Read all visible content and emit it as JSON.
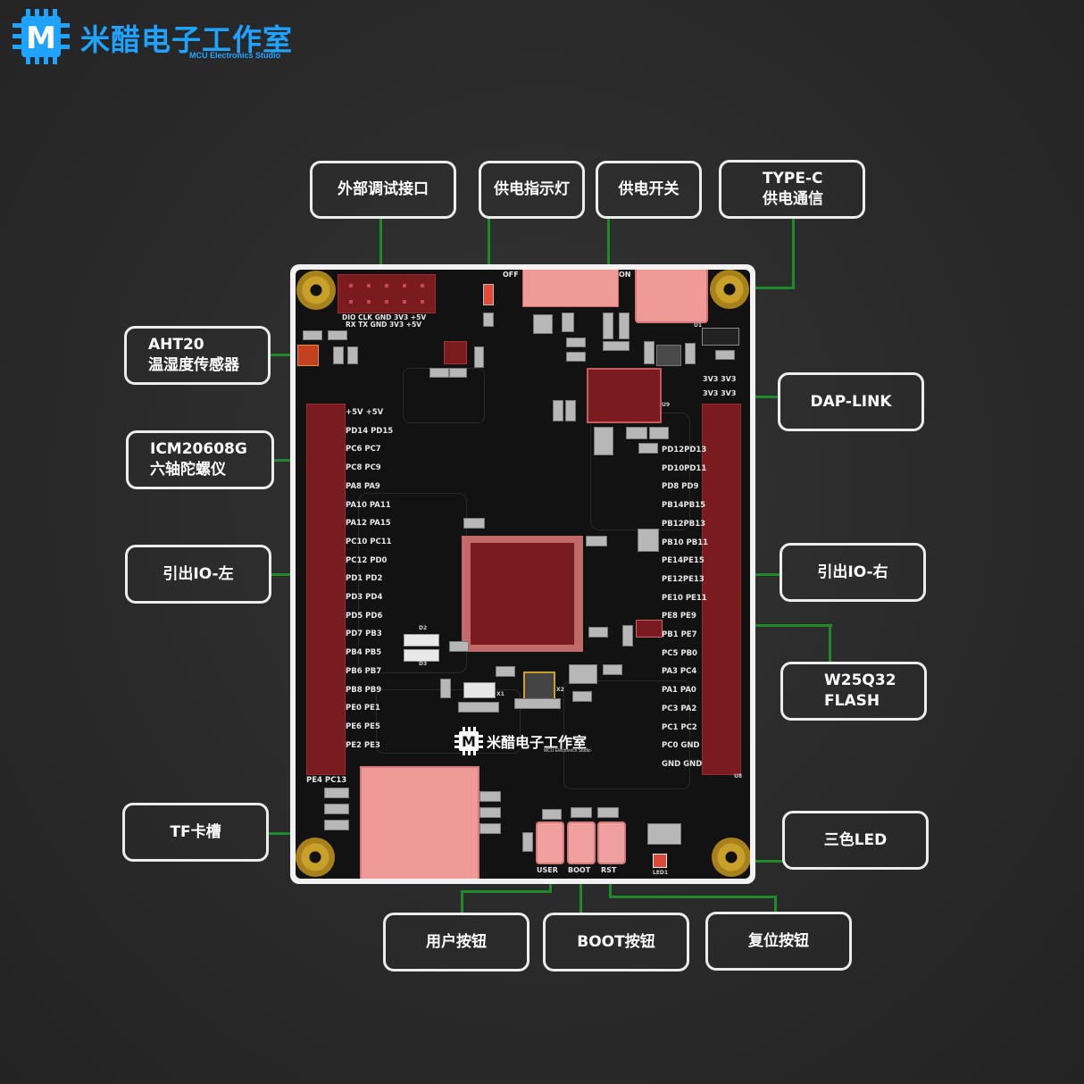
{
  "brand": {
    "title": "米醋电子工作室",
    "subtitle": "MCU Electronics Studio",
    "logo_letter": "M",
    "color": "#1fa3ff"
  },
  "callouts": {
    "debug_port": "外部调试接口",
    "power_led": "供电指示灯",
    "power_switch": "供电开关",
    "typec_line1": "TYPE-C",
    "typec_line2": "供电通信",
    "aht20_line1": "AHT20",
    "aht20_line2": "温湿度传感器",
    "dap_link": "DAP-LINK",
    "icm_line1": "ICM20608G",
    "icm_line2": "六轴陀螺仪",
    "io_left": "引出IO-左",
    "io_right": "引出IO-右",
    "w25_line1": "W25Q32",
    "w25_line2": "FLASH",
    "tf_slot": "TF卡槽",
    "rgb_led": "三色LED",
    "user_button": "用户按钮",
    "boot_button": "BOOT按钮",
    "reset_button": "复位按钮"
  },
  "board": {
    "silk_brand": "米醋电子工作室",
    "silk_brand_sub": "MCU Electronics Studio",
    "switch_off": "OFF",
    "switch_on": "ON",
    "debug_pins_top": "DIO CLK GND 3V3 +5V",
    "debug_pins_bottom": "RX  TX  GND 3V3 +5V",
    "dap_top": "3V3 3V3",
    "dap_bottom": "3V3 3V3",
    "left_pins": [
      "+5V +5V",
      "PD14 PD15",
      "PC6  PC7",
      "PC8  PC9",
      "PA8  PA9",
      "PA10 PA11",
      "PA12 PA15",
      "PC10 PC11",
      "PC12 PD0",
      "PD1  PD2",
      "PD3  PD4",
      "PD5  PD6",
      "PD7  PB3",
      "PB4  PB5",
      "PB6  PB7",
      "PB8  PB9",
      "PE0  PE1",
      "PE6  PE5",
      "PE2  PE3"
    ],
    "left_bottom": "PE4 PC13",
    "right_pins": [
      "PD12PD13",
      "PD10PD11",
      "PD8  PD9",
      "PB14PB15",
      "PB12PB13",
      "PB10 PB11",
      "PE14PE15",
      "PE12PE13",
      "PE10 PE11",
      "PE8  PE9",
      "PB1  PE7",
      "PC5  PB0",
      "PA3  PC4",
      "PA1  PA0",
      "PC3  PA2",
      "PC1  PC2",
      "PC0  GND",
      "GND  GND"
    ],
    "btn_user": "USER",
    "btn_boot": "BOOT",
    "btn_rst": "RST",
    "led_label": "LED1",
    "u8": "U8",
    "u9": "U9",
    "u1": "U1",
    "d2": "D2",
    "d3": "D3",
    "x1": "X1",
    "x2": "X2"
  }
}
